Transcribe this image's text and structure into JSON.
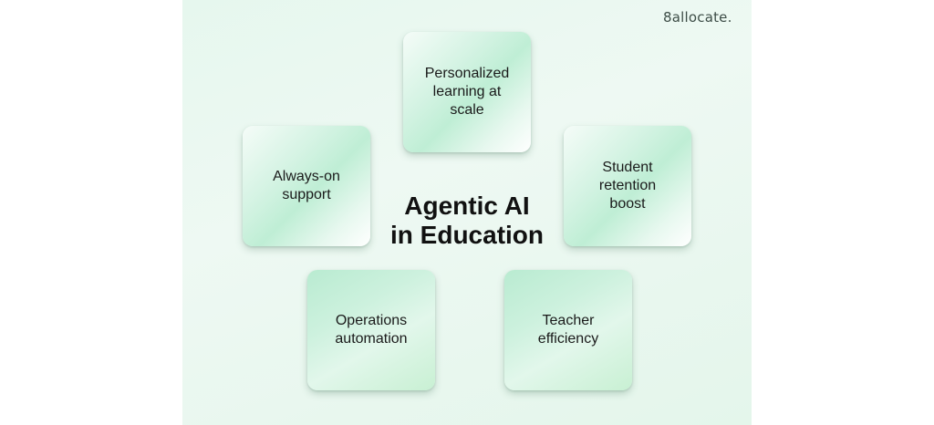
{
  "brand": {
    "logo_text": "8allocate."
  },
  "diagram": {
    "center_title_line1": "Agentic AI",
    "center_title_line2": "in Education",
    "nodes": [
      {
        "id": "top",
        "label": "Personalized\nlearning at\nscale"
      },
      {
        "id": "left",
        "label": "Always-on\nsupport"
      },
      {
        "id": "right",
        "label": "Student\nretention\nboost"
      },
      {
        "id": "bottom-left",
        "label": "Operations\nautomation"
      },
      {
        "id": "bottom-right",
        "label": "Teacher\nefficiency"
      }
    ]
  },
  "colors": {
    "background": "#e8f7ee",
    "card_green": "#bfeed5",
    "text": "#111111",
    "logo": "#3d4d47"
  }
}
